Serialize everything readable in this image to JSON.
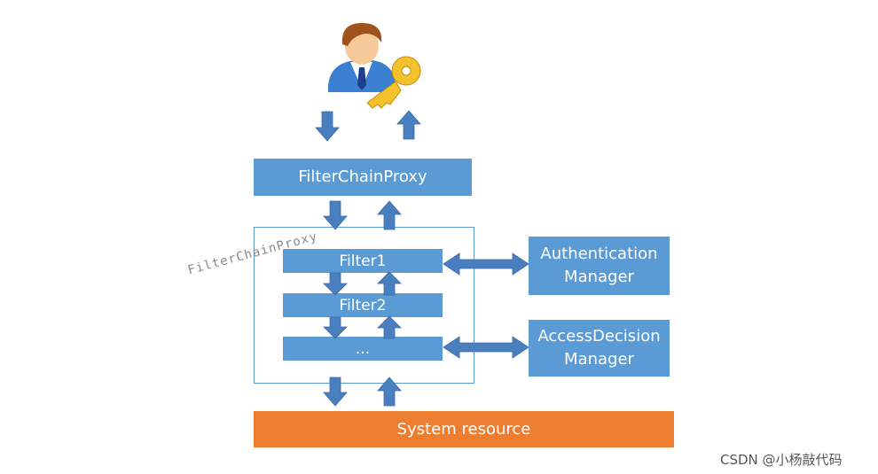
{
  "colors": {
    "box_blue": "#5b9bd5",
    "arrow_blue": "#4a7fbf",
    "resource_orange": "#ed7d31",
    "text_white": "#ffffff"
  },
  "diagram": {
    "user_icon": "user-with-key-icon",
    "filter_chain_proxy": "FilterChainProxy",
    "container_label": "FilterChainProxy",
    "filters": [
      "Filter1",
      "Filter2",
      "..."
    ],
    "authentication_manager": [
      "Authentication",
      "Manager"
    ],
    "access_decision_manager": [
      "AccessDecision",
      "Manager"
    ],
    "system_resource": "System resource"
  },
  "watermark": {
    "text": "CSDN @小杨敲代码"
  }
}
